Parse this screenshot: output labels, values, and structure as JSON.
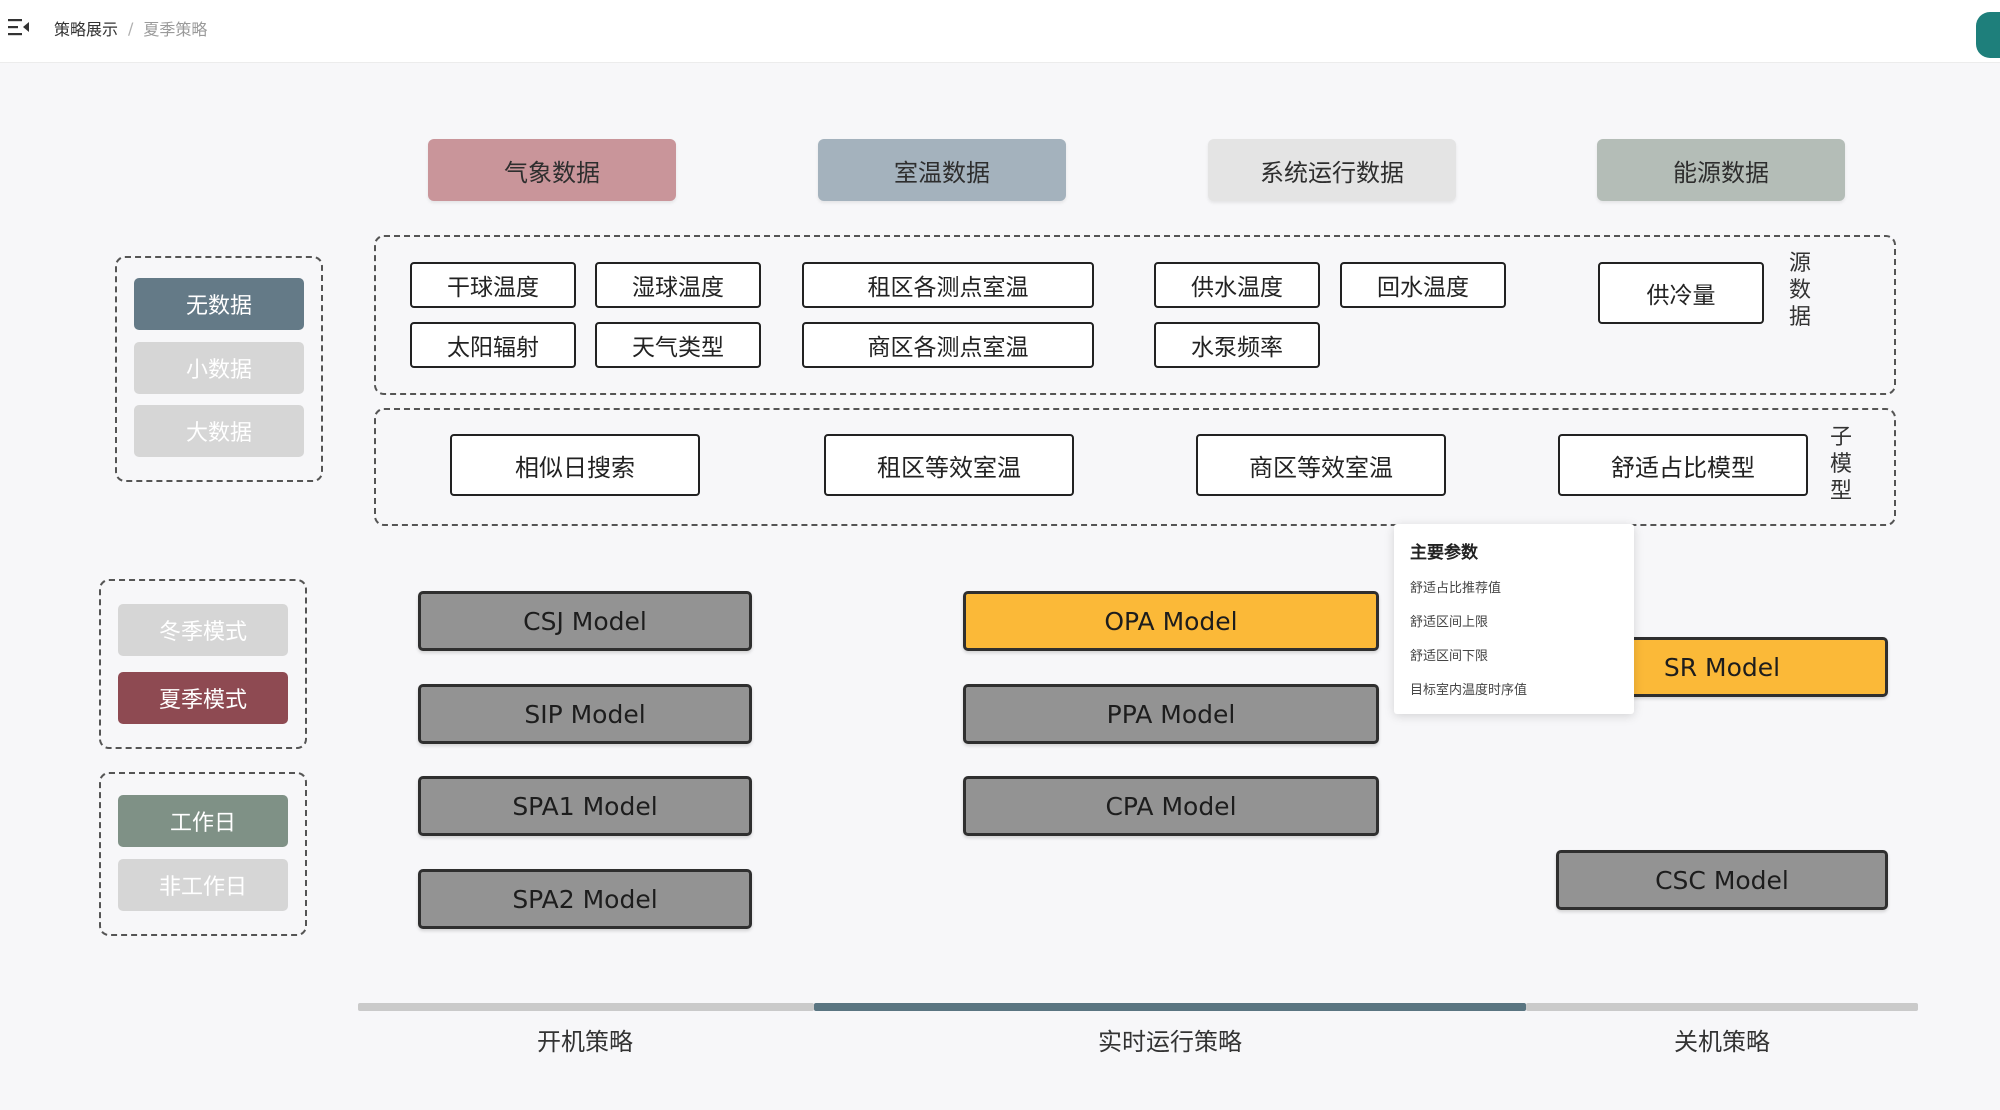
{
  "breadcrumb": {
    "first": "策略展示",
    "separator": "/",
    "current": "夏季策略"
  },
  "data_sources": [
    {
      "label": "气象数据",
      "color": "#c9959a"
    },
    {
      "label": "室温数据",
      "color": "#a4b2bd"
    },
    {
      "label": "系统运行数据",
      "color": "#e4e4e4"
    },
    {
      "label": "能源数据",
      "color": "#b4bdb7"
    }
  ],
  "source_data": {
    "label": "源数据",
    "items": [
      "干球温度",
      "湿球温度",
      "租区各测点室温",
      "供水温度",
      "回水温度",
      "供冷量",
      "太阳辐射",
      "天气类型",
      "商区各测点室温",
      "水泵频率"
    ]
  },
  "sub_models": {
    "label": "子模型",
    "items": [
      "相似日搜索",
      "租区等效室温",
      "商区等效室温",
      "舒适占比模型"
    ]
  },
  "data_size": {
    "options": [
      "无数据",
      "小数据",
      "大数据"
    ],
    "selected": 0
  },
  "season": {
    "options": [
      "冬季模式",
      "夏季模式"
    ],
    "selected": 1
  },
  "day_type": {
    "options": [
      "工作日",
      "非工作日"
    ],
    "selected": 0
  },
  "models": {
    "start": [
      "CSJ Model",
      "SIP Model",
      "SPA1 Model",
      "SPA2 Model"
    ],
    "realtime": [
      "OPA Model",
      "PPA Model",
      "CPA Model"
    ],
    "shutdown": [
      "SR Model",
      "CSC Model"
    ],
    "highlighted": [
      "OPA Model",
      "SR Model"
    ]
  },
  "tooltip": {
    "title": "主要参数",
    "items": [
      "舒适占比推荐值",
      "舒适区间上限",
      "舒适区间下限",
      "目标室内温度时序值"
    ]
  },
  "timeline": {
    "labels": [
      "开机策略",
      "实时运行策略",
      "关机策略"
    ],
    "active": 1
  },
  "colors": {
    "selected_data": "#647a87",
    "selected_season": "#8e4a52",
    "selected_day": "#7f9186",
    "unselected": "#d6d6d6",
    "model_gray": "#939393",
    "model_highlight": "#fbb938",
    "timeline_active": "#5a7581",
    "timeline_inactive": "#cacaca"
  }
}
